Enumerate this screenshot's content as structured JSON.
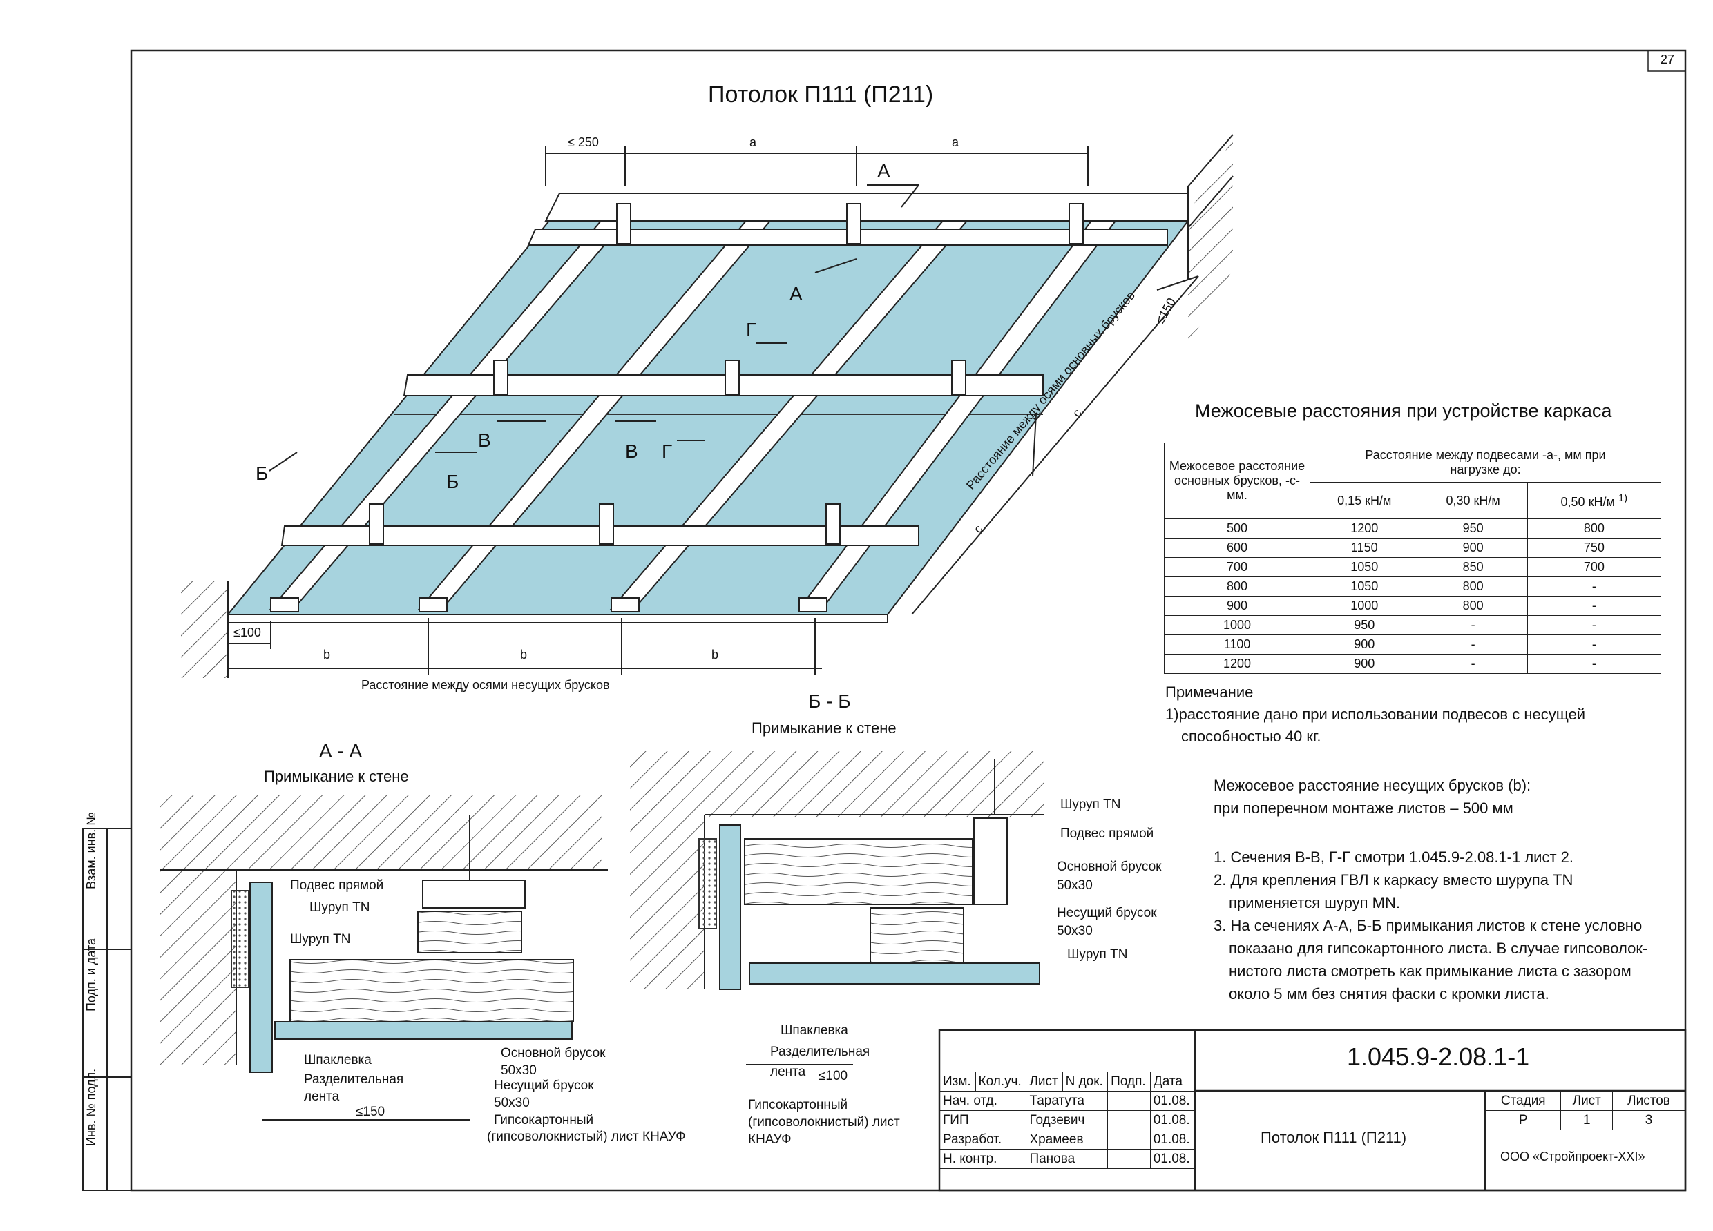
{
  "sheet": {
    "page_number": "27",
    "main_title": "Потолок П111 (П211)"
  },
  "plan": {
    "dims_top": [
      "≤ 250",
      "a",
      "a"
    ],
    "dims_bottom": [
      "b",
      "b",
      "b"
    ],
    "dim_left_edge": "≤100",
    "dim_side": "≤150",
    "dim_c": [
      "c",
      "c"
    ],
    "caption_bottom": "Расстояние между осями несущих брусков",
    "caption_side": "Расстояние между осями основных брусков",
    "section_marks": [
      "А",
      "А",
      "Г",
      "В",
      "В",
      "Г",
      "Б",
      "Б"
    ]
  },
  "spacing_table": {
    "title": "Межосевые расстояния при устройстве каркаса",
    "col_main": "Межосевое расстояние основных брусков, -с- мм.",
    "col_group": "Расстояние между подвесами -а-, мм при нагрузке до:",
    "loads": [
      "0,15 кН/м",
      "0,30 кН/м",
      "0,50 кН/м"
    ],
    "load_footnote": "1)",
    "rows": [
      [
        "500",
        "1200",
        "950",
        "800"
      ],
      [
        "600",
        "1150",
        "900",
        "750"
      ],
      [
        "700",
        "1050",
        "850",
        "700"
      ],
      [
        "800",
        "1050",
        "800",
        "-"
      ],
      [
        "900",
        "1000",
        "800",
        "-"
      ],
      [
        "1000",
        "950",
        "-",
        "-"
      ],
      [
        "1100",
        "900",
        "-",
        "-"
      ],
      [
        "1200",
        "900",
        "-",
        "-"
      ]
    ]
  },
  "note": {
    "heading": "Примечание",
    "line1": "1)расстояние дано при использовании подвесов с несущей",
    "line2": "способностью 40 кг."
  },
  "spacing_note": {
    "line1": "Межосевое расстояние несущих брусков (b):",
    "line2": "при поперечном монтаже листов – 500 мм"
  },
  "numbered_notes": [
    "1. Сечения В-В, Г-Г смотри 1.045.9-2.08.1-1 лист 2.",
    "2. Для крепления ГВЛ к каркасу вместо шурупа TN",
    "применяется шуруп MN.",
    "3. На сечениях А-А, Б-Б примыкания листов к стене условно",
    "показано для гипсокартонного листа. В случае гипсоволок-",
    "нистого листа смотреть как примыкание листа с зазором",
    "около 5 мм без снятия фаски с кромки листа."
  ],
  "section_aa": {
    "title": "А - А",
    "subtitle": "Примыкание к стене",
    "labels": {
      "hanger": "Подвес прямой",
      "screw1": "Шуруп TN",
      "screw2": "Шуруп TN",
      "main_bar": "Основной брусок",
      "main_bar_size": "50x30",
      "bearing_bar": "Несущий брусок",
      "bearing_bar_size": "50x30",
      "putty": "Шпаклевка",
      "tape1": "Разделительная",
      "tape2": "лента",
      "dim": "≤150",
      "sheet1": "Гипсокартонный",
      "sheet2": "(гипсоволокнистый) лист КНАУФ"
    }
  },
  "section_bb": {
    "title": "Б - Б",
    "subtitle": "Примыкание к стене",
    "labels": {
      "screw1": "Шуруп TN",
      "hanger": "Подвес прямой",
      "main_bar": "Основной брусок",
      "main_bar_size": "50x30",
      "bearing_bar": "Несущий брусок",
      "bearing_bar_size": "50x30",
      "screw2": "Шуруп TN",
      "putty": "Шпаклевка",
      "tape1": "Разделительная",
      "tape2": "лента",
      "dim": "≤100",
      "sheet1": "Гипсокартонный",
      "sheet2": "(гипсоволокнистый) лист",
      "sheet3": "КНАУФ"
    }
  },
  "side_stamp": [
    "Взам. инв. №",
    "Подп. и дата",
    "Инв. № подл."
  ],
  "title_block": {
    "doc_code": "1.045.9-2.08.1-1",
    "sheet_name": "Потолок П111 (П211)",
    "company": "ООО «Стройпроект-XXI»",
    "headers": [
      "Изм.",
      "Кол.уч.",
      "Лист",
      "N док.",
      "Подп.",
      "Дата"
    ],
    "people": [
      {
        "role": "Нач. отд.",
        "name": "Таратута",
        "date": "01.08."
      },
      {
        "role": "ГИП",
        "name": "Годзевич",
        "date": "01.08."
      },
      {
        "role": "Разработ.",
        "name": "Храмеев",
        "date": "01.08."
      },
      {
        "role": "Н. контр.",
        "name": "Панова",
        "date": "01.08."
      }
    ],
    "stage_headers": [
      "Стадия",
      "Лист",
      "Листов"
    ],
    "stage_values": [
      "Р",
      "1",
      "3"
    ]
  },
  "colors": {
    "board": "#a7d3de",
    "line": "#222222"
  }
}
